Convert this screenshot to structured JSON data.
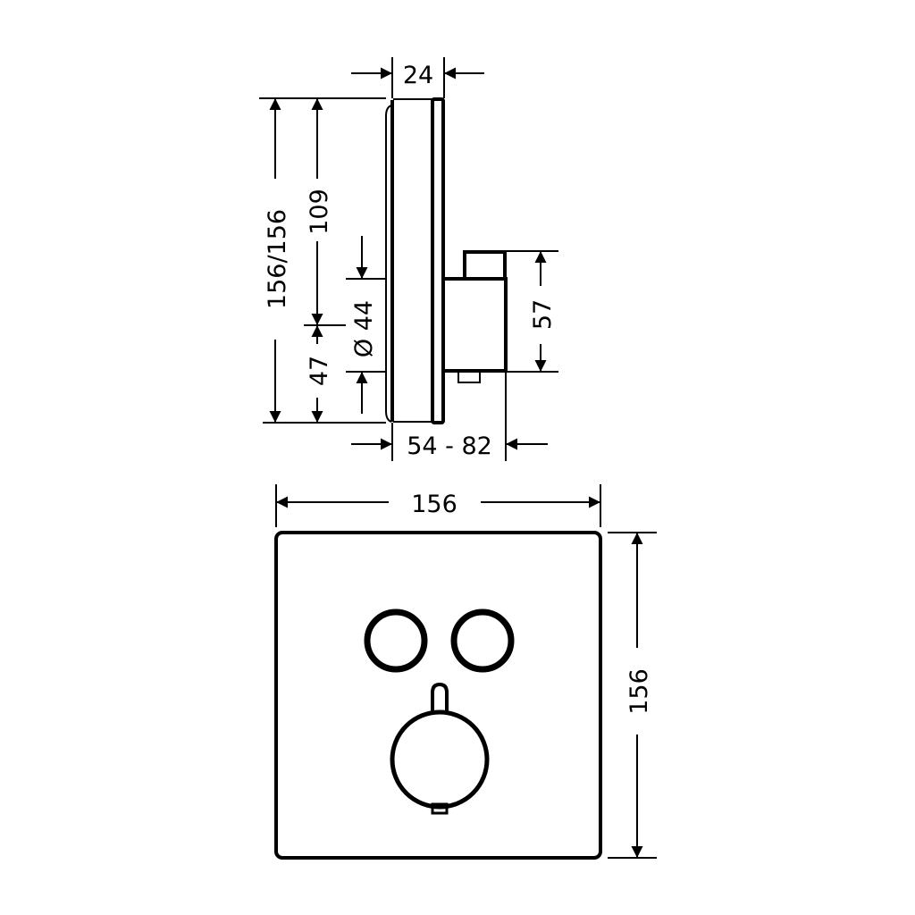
{
  "side_view": {
    "dim_panel_depth": "24",
    "dim_total_height": "156/156",
    "dim_upper_height": "109",
    "dim_lower_height": "47",
    "dim_diameter": "Ø 44",
    "dim_body_height": "57",
    "dim_install_depth": "54 - 82"
  },
  "front_view": {
    "dim_width": "156",
    "dim_height": "156"
  },
  "colors": {
    "line": "#000000",
    "background": "#ffffff"
  }
}
